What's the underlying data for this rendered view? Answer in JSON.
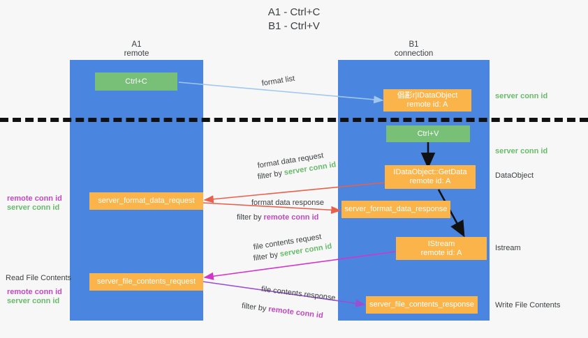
{
  "title": {
    "line1": "A1 - Ctrl+C",
    "line2": "B1 - Ctrl+V"
  },
  "lanes": [
    {
      "id": "a1",
      "name": "A1",
      "sub": "remote",
      "color": "#4a86e0"
    },
    {
      "id": "b1",
      "name": "B1",
      "sub": "connection",
      "color": "#4a86e0"
    }
  ],
  "colors": {
    "lane": "#4a86e0",
    "green_box": "#78c078",
    "orange_box": "#fab44a",
    "server_conn_id": "#67bb6a",
    "remote_conn_id": "#c049c0",
    "arrow_blue": "#9fc7ef",
    "arrow_red": "#e8604c",
    "arrow_magenta": "#d335c8",
    "arrow_purple": "#9b4fd0",
    "arrow_black": "#111111",
    "divider": "#111111"
  },
  "nodes": {
    "ctrl_c": {
      "line1": "Ctrl+C"
    },
    "data_object_top": {
      "line1": "倡彲r|IDataObject",
      "line2": "remote id: A"
    },
    "ctrl_v": {
      "line1": "Ctrl+V"
    },
    "getdata": {
      "line1": "IDataObject::GetData",
      "line2": "remote id: A"
    },
    "istream": {
      "line1": "IStream",
      "line2": "remote id: A"
    },
    "server_format_data_request": {
      "line1": "server_format_data_request"
    },
    "server_format_data_response": {
      "line1": "server_format_data_response"
    },
    "server_file_contents_request": {
      "line1": "server_file_contents_request"
    },
    "server_file_contents_response": {
      "line1": "server_file_contents_response"
    }
  },
  "flow_labels": {
    "format_list": "format list",
    "format_data_request": "format data request",
    "format_data_request_filter_prefix": "filter by ",
    "format_data_request_filter_value": "server conn id",
    "format_data_response": "format data response",
    "format_data_response_filter_prefix": "filter by ",
    "format_data_response_filter_value": "remote conn id",
    "file_contents_request": "file contents request",
    "file_contents_request_filter_prefix": "filter by ",
    "file_contents_request_filter_value": "server conn id",
    "file_contents_response": "file contents response",
    "file_contents_response_filter_prefix": "filter by ",
    "file_contents_response_filter_value": "remote conn id"
  },
  "right_annotations": {
    "server_conn_id_1": "server conn id",
    "server_conn_id_2": "server conn id",
    "data_object": "DataObject",
    "istream": "Istream",
    "write_file_contents": "Write File Contents"
  },
  "left_annotations": {
    "remote_conn_id_1": "remote conn id",
    "server_conn_id_1": "server conn id",
    "read_file_contents": "Read File Contents",
    "remote_conn_id_2": "remote conn id",
    "server_conn_id_2": "server conn id"
  }
}
